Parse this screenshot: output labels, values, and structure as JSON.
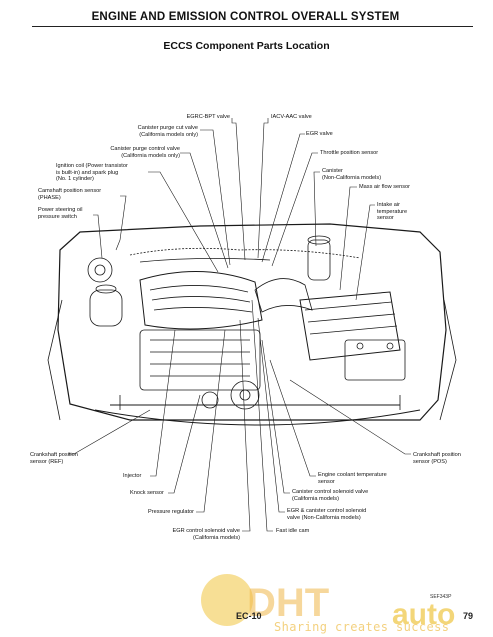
{
  "header": {
    "title": "ENGINE AND EMISSION CONTROL OVERALL SYSTEM"
  },
  "page_title": "ECCS Component Parts Location",
  "labels": {
    "egrc_bpt": "EGRC-BPT valve",
    "iacv": "IACV-AAC valve",
    "purge_cut": "Canister purge cut valve\n(California models only)",
    "egr_valve": "EGR valve",
    "purge_control": "Canister purge control valve\n(California models only)",
    "throttle_sensor": "Throttle position sensor",
    "ignition_coil": "Ignition coil (Power transistor\nis built-in) and spark plug\n(No. 1 cylinder)",
    "canister": "Canister\n(Non-California models)",
    "camshaft": "Camshaft position sensor\n(PHASE)",
    "maf": "Mass air flow sensor",
    "ps_switch": "Power steering oil\npressure switch",
    "intake_temp": "Intake air\ntemperature\nsensor",
    "crankshaft_ref": "Crankshaft position\nsensor (REF)",
    "crankshaft_pos": "Crankshaft position\nsensor (POS)",
    "injector": "Injector",
    "coolant_temp": "Engine coolant temperature\nsensor",
    "knock": "Knock sensor",
    "canister_solenoid": "Canister control solenoid valve\n(California models)",
    "pressure_reg": "Pressure regulator",
    "egr_canister_solenoid": "EGR & canister control solenoid\nvalve (Non-California models)",
    "egr_solenoid": "EGR control solenoid valve\n(California models)",
    "fast_idle": "Fast idle cam"
  },
  "figure_code": "SEF343P",
  "page_number": "EC-10",
  "page_number_right": "79",
  "watermark": {
    "word": "auto",
    "tagline": "Sharing creates success"
  }
}
